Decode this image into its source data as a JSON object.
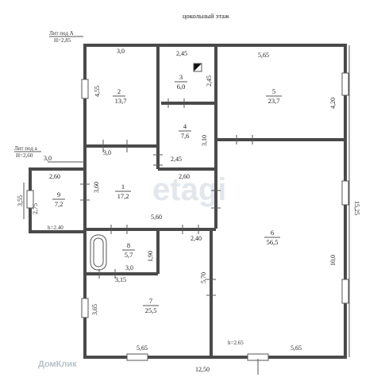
{
  "floor_title": "цокольный этаж",
  "annotations": {
    "lit_a": "Лит под А",
    "h_a": "Н=2,85",
    "lit_a4": "Лит под а",
    "h_a4": "Н=2,60",
    "h_9": "h=2.40",
    "h_6": "h=2.65"
  },
  "rooms": [
    {
      "num": "1",
      "area": "17,2"
    },
    {
      "num": "2",
      "area": "13,7"
    },
    {
      "num": "3",
      "area": "6,0"
    },
    {
      "num": "4",
      "area": "7,6"
    },
    {
      "num": "5",
      "area": "23,7"
    },
    {
      "num": "6",
      "area": "56,5"
    },
    {
      "num": "7",
      "area": "25,5"
    },
    {
      "num": "8",
      "area": "5,7"
    },
    {
      "num": "9",
      "area": "7,2"
    }
  ],
  "dimensions": {
    "d_r2_top": "3,0",
    "d_r2_left": "4,55",
    "d_r3_top": "2,45",
    "d_r3_right": "2,45",
    "d_r5_top": "5,65",
    "d_r5_right": "4,20",
    "d_r4_right": "3,10",
    "d_r4_bottom": "2,45",
    "d_r2_bottom": "3,0",
    "d_r1_top": "3,0",
    "d_r1_left": "3,60",
    "d_r1_right": "2,60",
    "d_r1_bottom": "5,60",
    "d_r9_top": "2,60",
    "d_r9_left": "3,55",
    "d_r9_inner": "2,75",
    "d_r8_bottom": "3,0",
    "d_r8_right": "1,90",
    "d_corr": "2,40",
    "d_r6_right": "10,0",
    "d_right_total": "15,25",
    "d_r6_left": "5,70",
    "d_r7_top": "3,15",
    "d_r7_left": "3,65",
    "d_r7_bottom": "5,65",
    "d_r6_bottom": "5,65",
    "d_total": "12,50"
  },
  "watermark": "etagi",
  "watermark2": "ДомКлик"
}
